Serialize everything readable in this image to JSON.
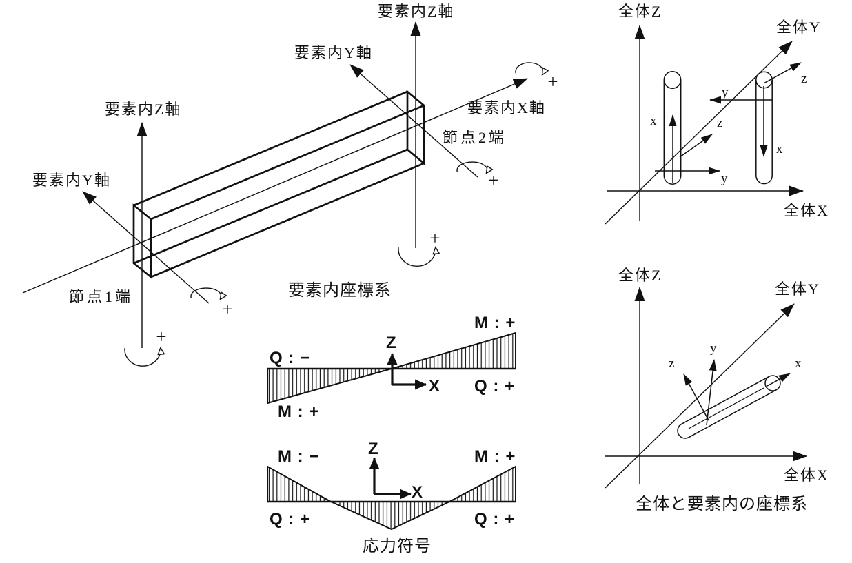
{
  "figure": {
    "element_diagram": {
      "node1_z_axis": "要素内Z軸",
      "node1_y_axis": "要素内Y軸",
      "node2_z_axis": "要素内Z軸",
      "node2_y_axis": "要素内Y軸",
      "x_axis": "要素内X軸",
      "node1": "節点1端",
      "node2": "節点2端",
      "caption": "要素内座標系",
      "rotation_plus": "+"
    },
    "stress_diagram": {
      "caption": "応力符号",
      "top": {
        "q_left": "Q : −",
        "m_bottom_left": "M : +",
        "m_top_right": "M : +",
        "q_right": "Q : +",
        "z": "Z",
        "x": "X"
      },
      "bottom": {
        "m_left": "M : −",
        "m_right": "M : +",
        "q_left": "Q : +",
        "q_right": "Q : +",
        "z": "Z",
        "x": "X"
      }
    },
    "global_top": {
      "z_axis": "全体Z",
      "y_axis": "全体Y",
      "x_axis": "全体X",
      "col1": {
        "x": "x",
        "y": "y",
        "z": "z"
      },
      "col2": {
        "x": "x",
        "y": "y",
        "z": "z"
      }
    },
    "global_bottom": {
      "z_axis": "全体Z",
      "y_axis": "全体Y",
      "x_axis": "全体X",
      "local": {
        "x": "x",
        "y": "y",
        "z": "z"
      },
      "caption": "全体と要素内の座標系"
    }
  }
}
